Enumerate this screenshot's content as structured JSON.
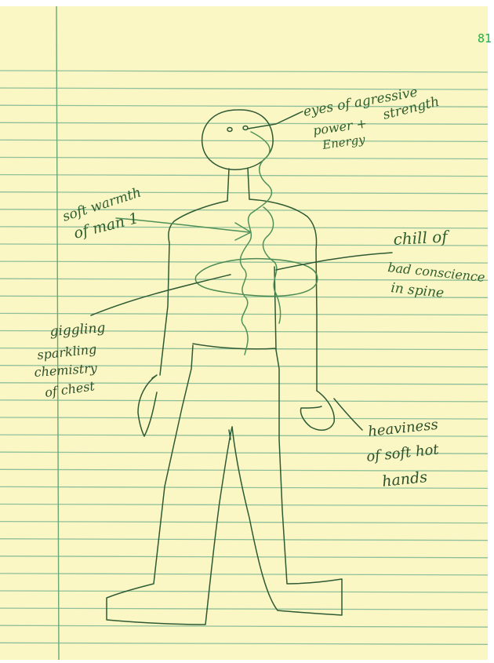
{
  "page_number": "81",
  "annotations": {
    "eyes": [
      "eyes of agressive",
      "strength",
      "power +",
      "Energy"
    ],
    "warmth": [
      "soft warmth",
      "of man 1"
    ],
    "chill": [
      "chill of",
      "bad conscience",
      "in spine"
    ],
    "giggling": [
      "giggling",
      "sparkling",
      "chemistry",
      "of chest"
    ],
    "heaviness": [
      "heaviness",
      "of soft hot",
      "hands"
    ]
  },
  "colors": {
    "paper": "#fbf7c4",
    "rule_line": "#8fbf9a",
    "margin_line": "#69a777",
    "ink_dark": "#2c4f2c",
    "ink_green": "#3a7a45",
    "page_number": "#1fae4a"
  }
}
